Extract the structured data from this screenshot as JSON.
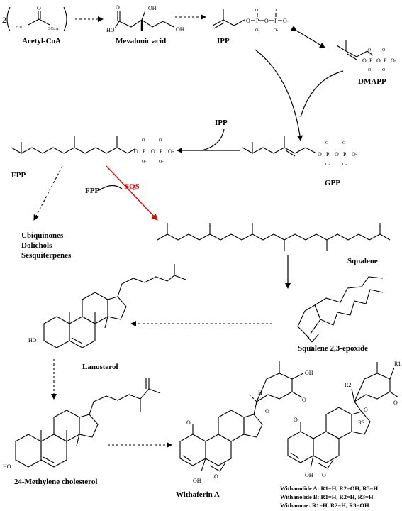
{
  "compounds": {
    "acetyl_coa": "Acetyl-CoA",
    "acetyl_coa_coeff": "2",
    "acetyl_coa_h3c": "H3C",
    "acetyl_coa_scoa": "SCoA",
    "mevalonic_acid": "Mevalonic acid",
    "ipp": "IPP",
    "dmapp": "DMAPP",
    "gpp": "GPP",
    "fpp": "FPP",
    "squalene": "Squalene",
    "squalene_epoxide": "Squalene 2,3-epoxide",
    "lanosterol": "Lanosterol",
    "methylene_cholesterol": "24-Methylene cholesterol",
    "withaferin_a": "Withaferin A"
  },
  "side_products": [
    "Ubiquinones",
    "Dolichols",
    "Sesquiterpenes"
  ],
  "cofactors": {
    "ipp_to_fpp": "IPP",
    "fpp_to_squalene": "FPP"
  },
  "enzyme": {
    "label": "SQS",
    "color": "#e00000"
  },
  "substituents": {
    "r1": "R1",
    "r2": "R2",
    "r3": "R3"
  },
  "withanolide_legend": [
    "Withanolide A: R1=H, R2=OH, R3=H",
    "Withanolide B: R1=H, R2=H, R3=H",
    "Withanone: R1=H, R2=H, R3=OH"
  ],
  "atoms": {
    "O": "O",
    "P": "P",
    "O_minus": "O-",
    "OH": "OH",
    "HO": "HO",
    "H": "H"
  }
}
